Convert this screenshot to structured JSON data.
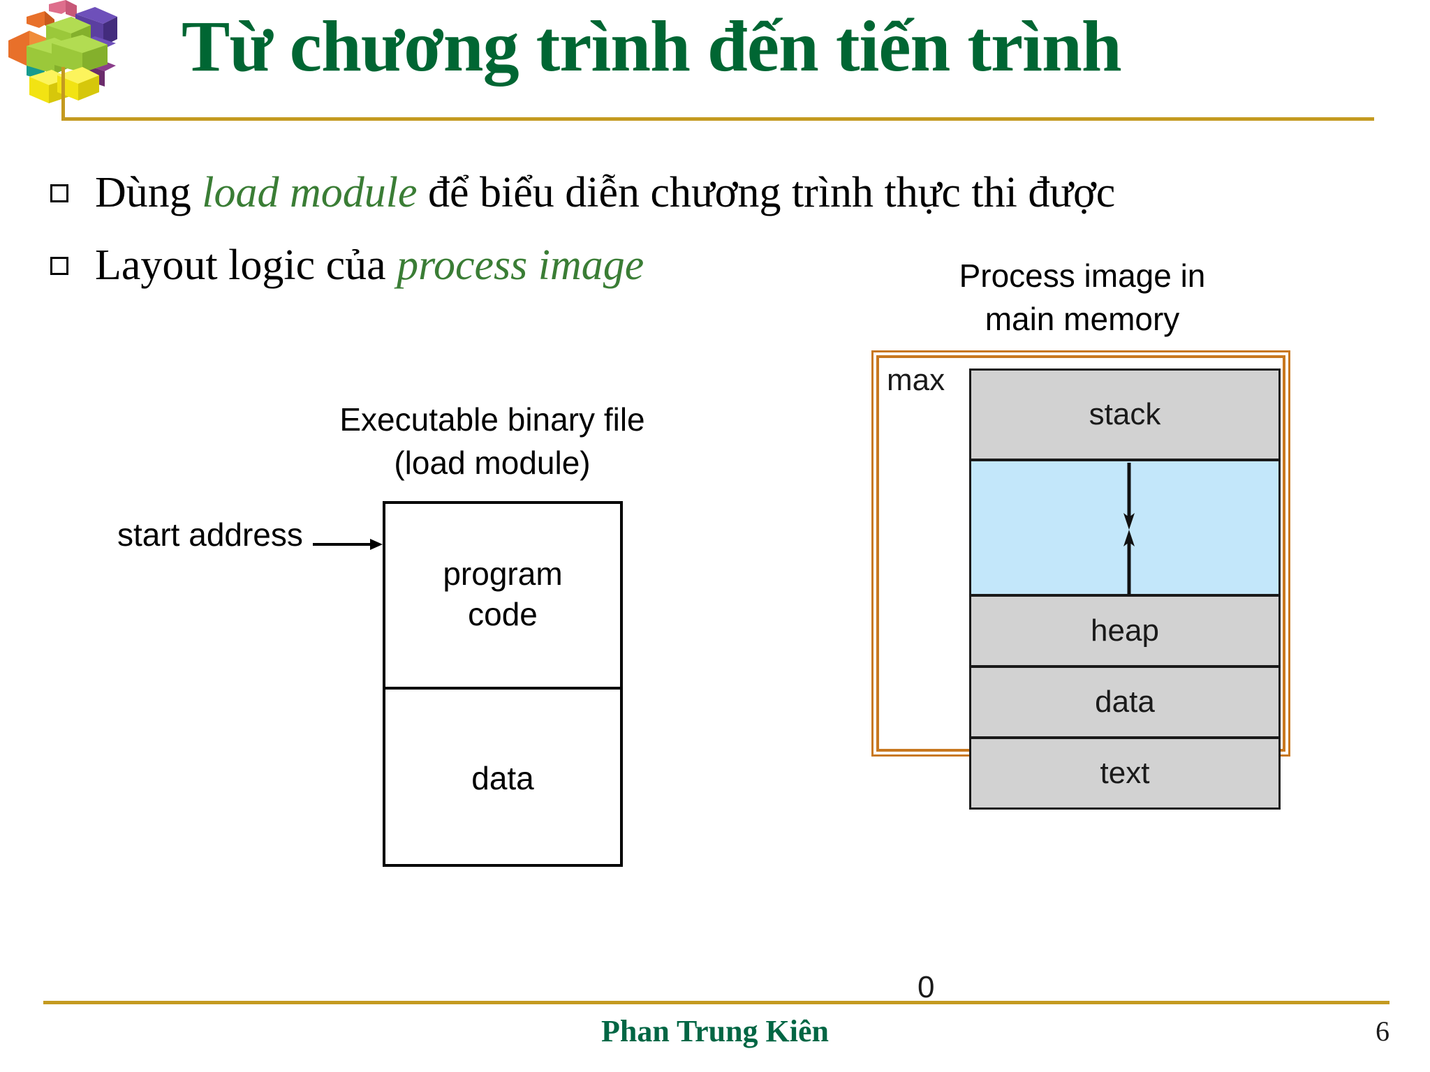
{
  "slide": {
    "title": "Từ chương trình đến tiến trình",
    "title_color": "#006633",
    "rule_color": "#C49A20",
    "background": "#ffffff",
    "logo_name": "colored-blocks-logo"
  },
  "bullets": [
    {
      "marker": "hollow-square",
      "parts": [
        {
          "text": "Dùng ",
          "style": "normal"
        },
        {
          "text": "load module",
          "style": "italic-green"
        },
        {
          "text": " để biểu diễn chương trình thực thi được",
          "style": "normal"
        }
      ]
    },
    {
      "marker": "hollow-square",
      "parts": [
        {
          "text": "Layout logic của ",
          "style": "normal"
        },
        {
          "text": "process image",
          "style": "italic-green"
        }
      ]
    }
  ],
  "left_diagram": {
    "caption_line1": "Executable binary file",
    "caption_line2": "(load module)",
    "pointer_label": "start address",
    "segments": [
      {
        "id": "code",
        "label_line1": "program",
        "label_line2": "code"
      },
      {
        "id": "data",
        "label_line1": "data",
        "label_line2": ""
      }
    ]
  },
  "right_diagram": {
    "caption_line1": "Process image in",
    "caption_line2": "main memory",
    "frame_color": "#C87820",
    "top_label": "max",
    "bottom_label": "0",
    "segments": [
      {
        "id": "stack",
        "label": "stack",
        "fill": "#d2d2d2"
      },
      {
        "id": "gap",
        "label": "",
        "fill": "#c3e7fa"
      },
      {
        "id": "heap",
        "label": "heap",
        "fill": "#d2d2d2"
      },
      {
        "id": "data",
        "label": "data",
        "fill": "#d2d2d2"
      },
      {
        "id": "text",
        "label": "text",
        "fill": "#d2d2d2"
      }
    ],
    "arrows": [
      {
        "id": "stack-grows-down",
        "direction": "down"
      },
      {
        "id": "heap-grows-up",
        "direction": "up"
      }
    ]
  },
  "footer": {
    "author": "Phan Trung Kiên",
    "author_color": "#006644",
    "page_number": "6"
  }
}
